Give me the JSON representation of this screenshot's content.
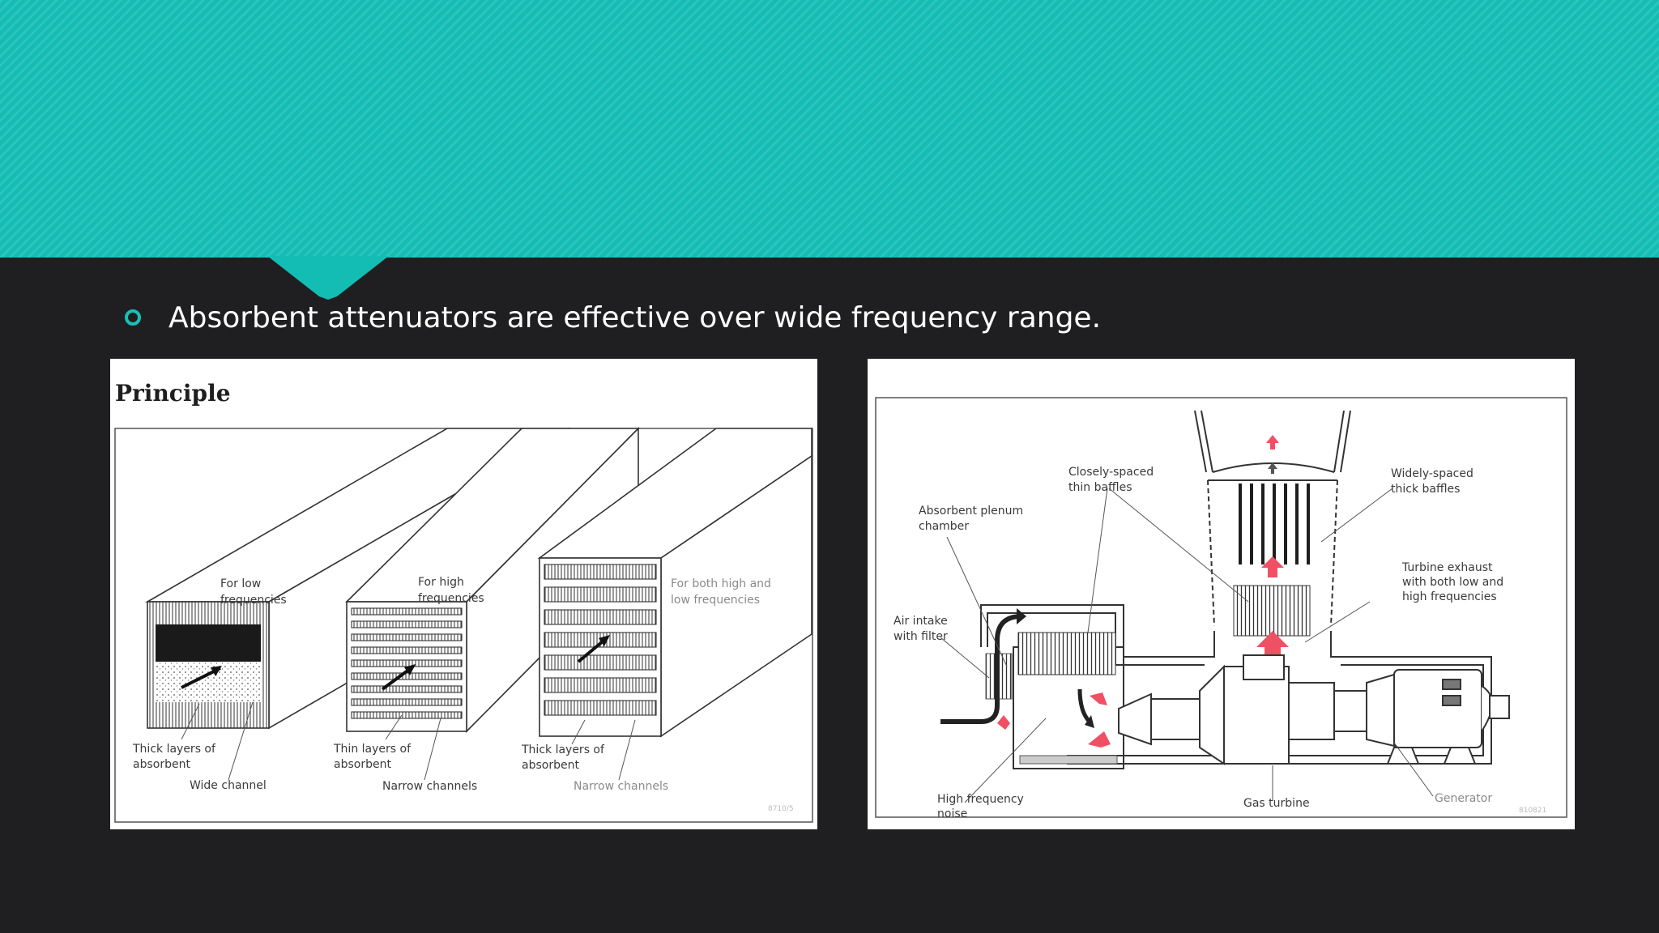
{
  "slide": {
    "bullet_text": "Absorbent attenuators are effective over wide frequency range."
  },
  "colors": {
    "accent": "#14bdb4",
    "background": "#1f1f21",
    "arrow_red": "#f05064"
  },
  "figure_left": {
    "title": "Principle",
    "labels": {
      "low_freq": [
        "For low",
        "frequencies"
      ],
      "high_freq": [
        "For high",
        "frequencies"
      ],
      "both_freq": [
        "For both high and",
        "low frequencies"
      ],
      "thick_layers_1": [
        "Thick layers of",
        "absorbent"
      ],
      "wide_channel": "Wide channel",
      "thin_layers": [
        "Thin layers of",
        "absorbent"
      ],
      "narrow_channels_1": "Narrow channels",
      "thick_layers_2": [
        "Thick layers of",
        "absorbent"
      ],
      "narrow_channels_2": "Narrow channels"
    },
    "ref_code": "8710/5"
  },
  "figure_right": {
    "labels": {
      "closely_spaced": [
        "Closely-spaced",
        "thin baffles"
      ],
      "widely_spaced": [
        "Widely-spaced",
        "thick baffles"
      ],
      "absorbent_plenum": [
        "Absorbent plenum",
        "chamber"
      ],
      "turbine_exhaust": [
        "Turbine exhaust",
        "with both low and",
        "high frequencies"
      ],
      "air_intake": [
        "Air intake",
        "with filter"
      ],
      "high_freq_noise": [
        "High frequency",
        "noise"
      ],
      "gas_turbine": "Gas turbine",
      "generator": "Generator"
    },
    "ref_code": "810821"
  }
}
